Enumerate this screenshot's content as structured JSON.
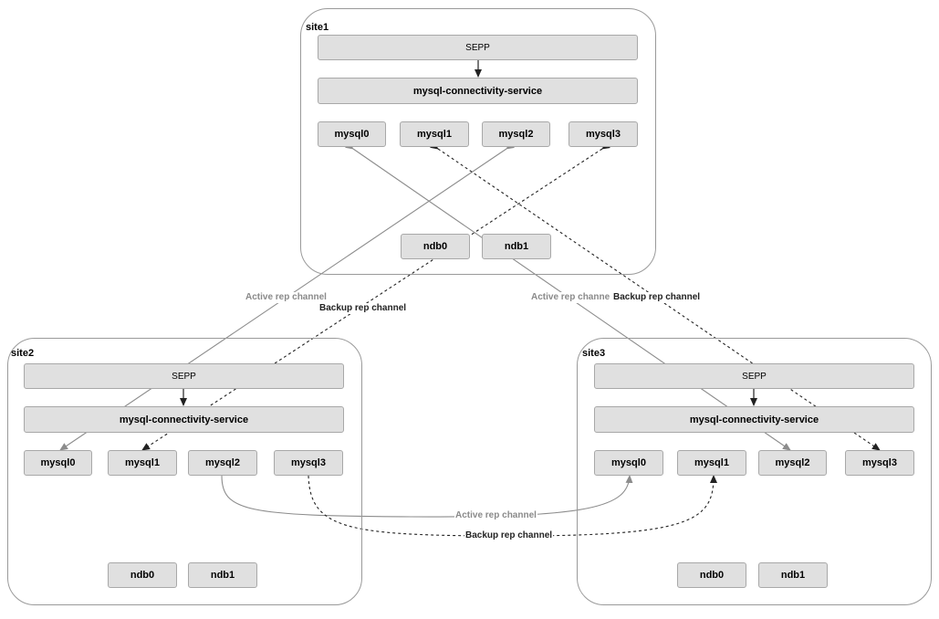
{
  "sites": {
    "site1": {
      "label": "site1",
      "sepp": "SEPP",
      "connectivity": "mysql-connectivity-service",
      "mysql": [
        "mysql0",
        "mysql1",
        "mysql2",
        "mysql3"
      ],
      "ndb": [
        "ndb0",
        "ndb1"
      ]
    },
    "site2": {
      "label": "site2",
      "sepp": "SEPP",
      "connectivity": "mysql-connectivity-service",
      "mysql": [
        "mysql0",
        "mysql1",
        "mysql2",
        "mysql3"
      ],
      "ndb": [
        "ndb0",
        "ndb1"
      ]
    },
    "site3": {
      "label": "site3",
      "sepp": "SEPP",
      "connectivity": "mysql-connectivity-service",
      "mysql": [
        "mysql0",
        "mysql1",
        "mysql2",
        "mysql3"
      ],
      "ndb": [
        "ndb0",
        "ndb1"
      ]
    }
  },
  "channels": {
    "s1_s2_active": "Active rep channel",
    "s1_s2_backup": "Backup rep channel",
    "s1_s3_active": "Active rep channe",
    "s1_s3_backup": "Backup rep channel",
    "s2_s3_active": "Active rep channel",
    "s2_s3_backup": "Backup rep channel"
  },
  "colors": {
    "active_line": "#8c8c8c",
    "backup_line": "#222222",
    "box_fill": "#e0e0e0",
    "site_border": "#9a9a9a"
  }
}
